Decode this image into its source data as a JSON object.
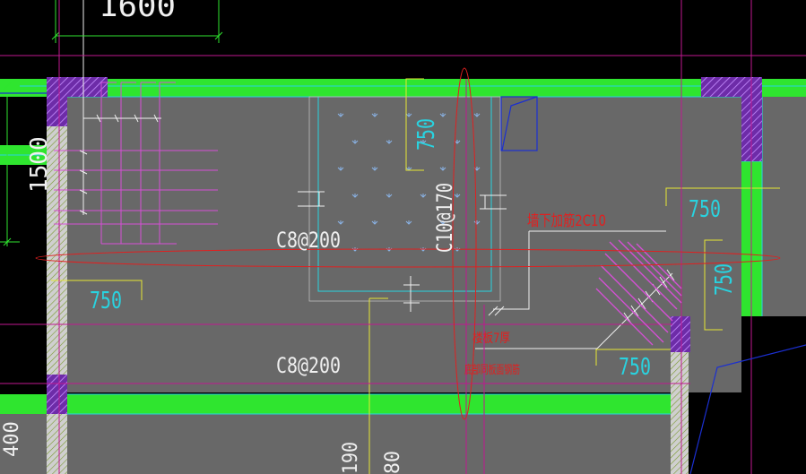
{
  "drawing": {
    "dims": {
      "top_dim": "1600",
      "left_dim": "1500",
      "left_bottom_dim": "400"
    },
    "labels": {
      "c8_upper": "C8@200",
      "c8_lower": "C8@200",
      "c10": "C10@170",
      "dim_750_top": "750",
      "dim_750_right": "750",
      "dim_750_right_vertical": "750",
      "dim_750_left": "750",
      "dim_750_bottom": "750",
      "bottom_190": "190",
      "bottom_80": "80"
    },
    "annotations": {
      "red_note_1": "墙下加筋2C10",
      "red_note_2": "楼板7厚",
      "red_note_3": "底部同板面钢筋"
    },
    "colors": {
      "background": "#000000",
      "slab": "#686868",
      "beam": "#2fe52f",
      "cyan": "#29d3e0",
      "magenta": "#d64fd6",
      "yellow": "#e6e633",
      "red": "#e02020",
      "white": "#f0f0f0",
      "blue": "#1b2fd1",
      "hatch": "#9b4fc9"
    }
  }
}
